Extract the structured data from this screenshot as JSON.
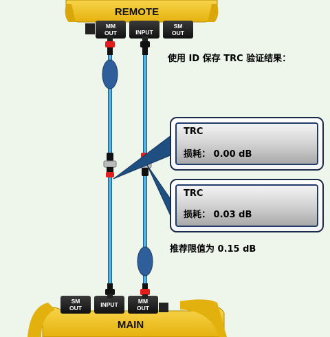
{
  "remote": {
    "title": "REMOTE",
    "ports": [
      "MM\nOUT",
      "INPUT",
      "SM\nOUT"
    ]
  },
  "main": {
    "title": "MAIN",
    "ports": [
      "SM\nOUT",
      "INPUT",
      "MM\nOUT"
    ]
  },
  "instruction": "使用 ID 保存 TRC 验证结果：",
  "results": [
    {
      "title": "TRC",
      "loss_label": "损耗：",
      "loss_value": "0.00 dB"
    },
    {
      "title": "TRC",
      "loss_label": "损耗：",
      "loss_value": "0.03 dB"
    }
  ],
  "recommendation": "推荐限值为 0.15 dB",
  "colors": {
    "device": "#f2c21b",
    "fiber": "#58b8e8",
    "connector_red": "#e21d1d",
    "bulge": "#2f5f9a",
    "background": "#eef6ec"
  }
}
